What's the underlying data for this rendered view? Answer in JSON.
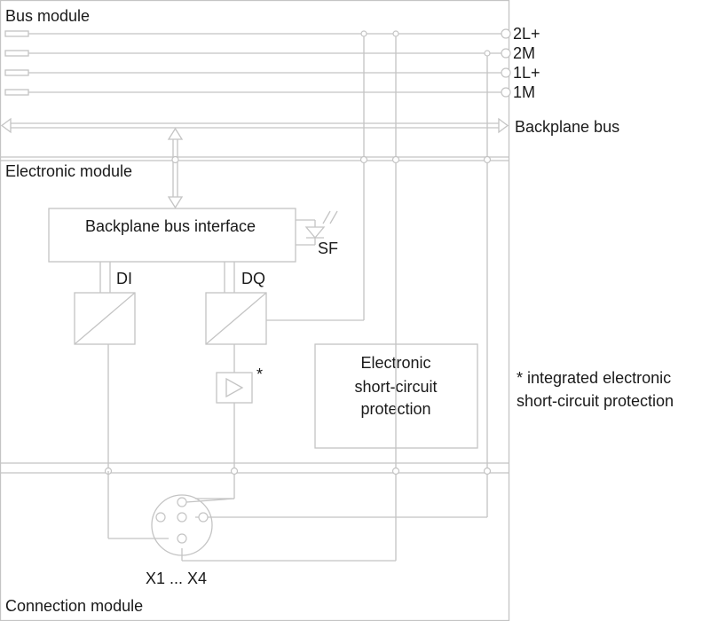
{
  "sections": {
    "bus_module": "Bus module",
    "electronic_module": "Electronic module",
    "connection_module": "Connection module"
  },
  "terminals": [
    "2L+",
    "2M",
    "1L+",
    "1M"
  ],
  "backplane_bus": "Backplane bus",
  "backplane_interface": "Backplane bus interface",
  "status_led": "SF",
  "channels": {
    "input": "DI",
    "output": "DQ"
  },
  "protection_marker": "*",
  "protection_box": [
    "Electronic",
    "short-circuit",
    "protection"
  ],
  "footnote": [
    "* integrated electronic",
    "short-circuit protection"
  ],
  "connector_label": "X1 ... X4"
}
